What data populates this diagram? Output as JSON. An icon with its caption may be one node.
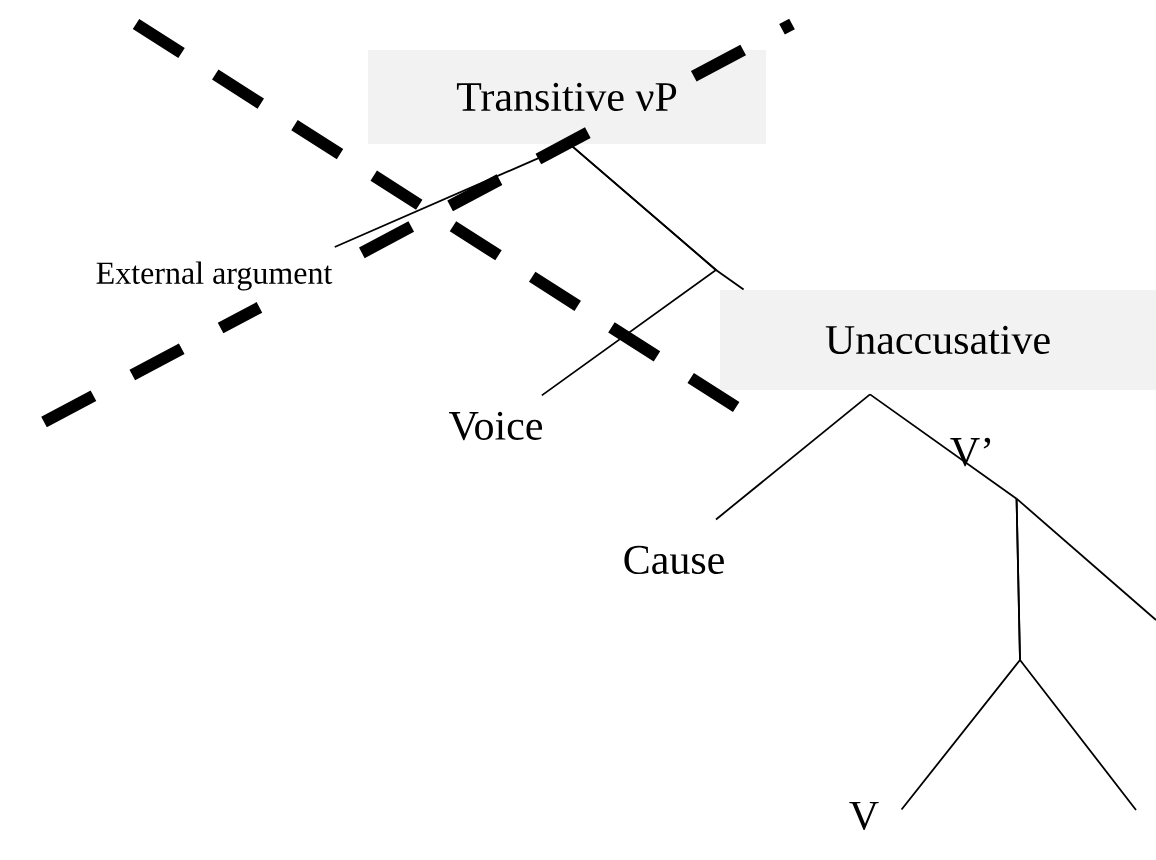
{
  "diagram": {
    "nodes": [
      {
        "text": [
          "Transitive νP"
        ]
      },
      {
        "text": [
          "External argument"
        ]
      },
      {
        "text": [
          "Voice"
        ]
      },
      {
        "text": [
          "Unaccusative"
        ]
      },
      {
        "text": [
          "Cause"
        ]
      },
      {
        "text": [
          "V’"
        ]
      },
      {
        "text": [
          "V"
        ]
      }
    ],
    "edges": [
      {
        "from": 0,
        "to": 1,
        "arrow": "none"
      },
      {
        "from": 0,
        "to": 3,
        "arrow": "none"
      },
      {
        "from": 0,
        "to": 2,
        "arrow": "none"
      },
      {
        "from": 3,
        "to": 4,
        "arrow": "none"
      },
      {
        "from": 3,
        "to": 5,
        "arrow": "none"
      },
      {
        "from": 5,
        "to": null,
        "arrow": "none"
      },
      {
        "from": 5,
        "to": 6,
        "arrow": "none"
      },
      {
        "from": 5,
        "to": null,
        "arrow": "none"
      }
    ]
  }
}
